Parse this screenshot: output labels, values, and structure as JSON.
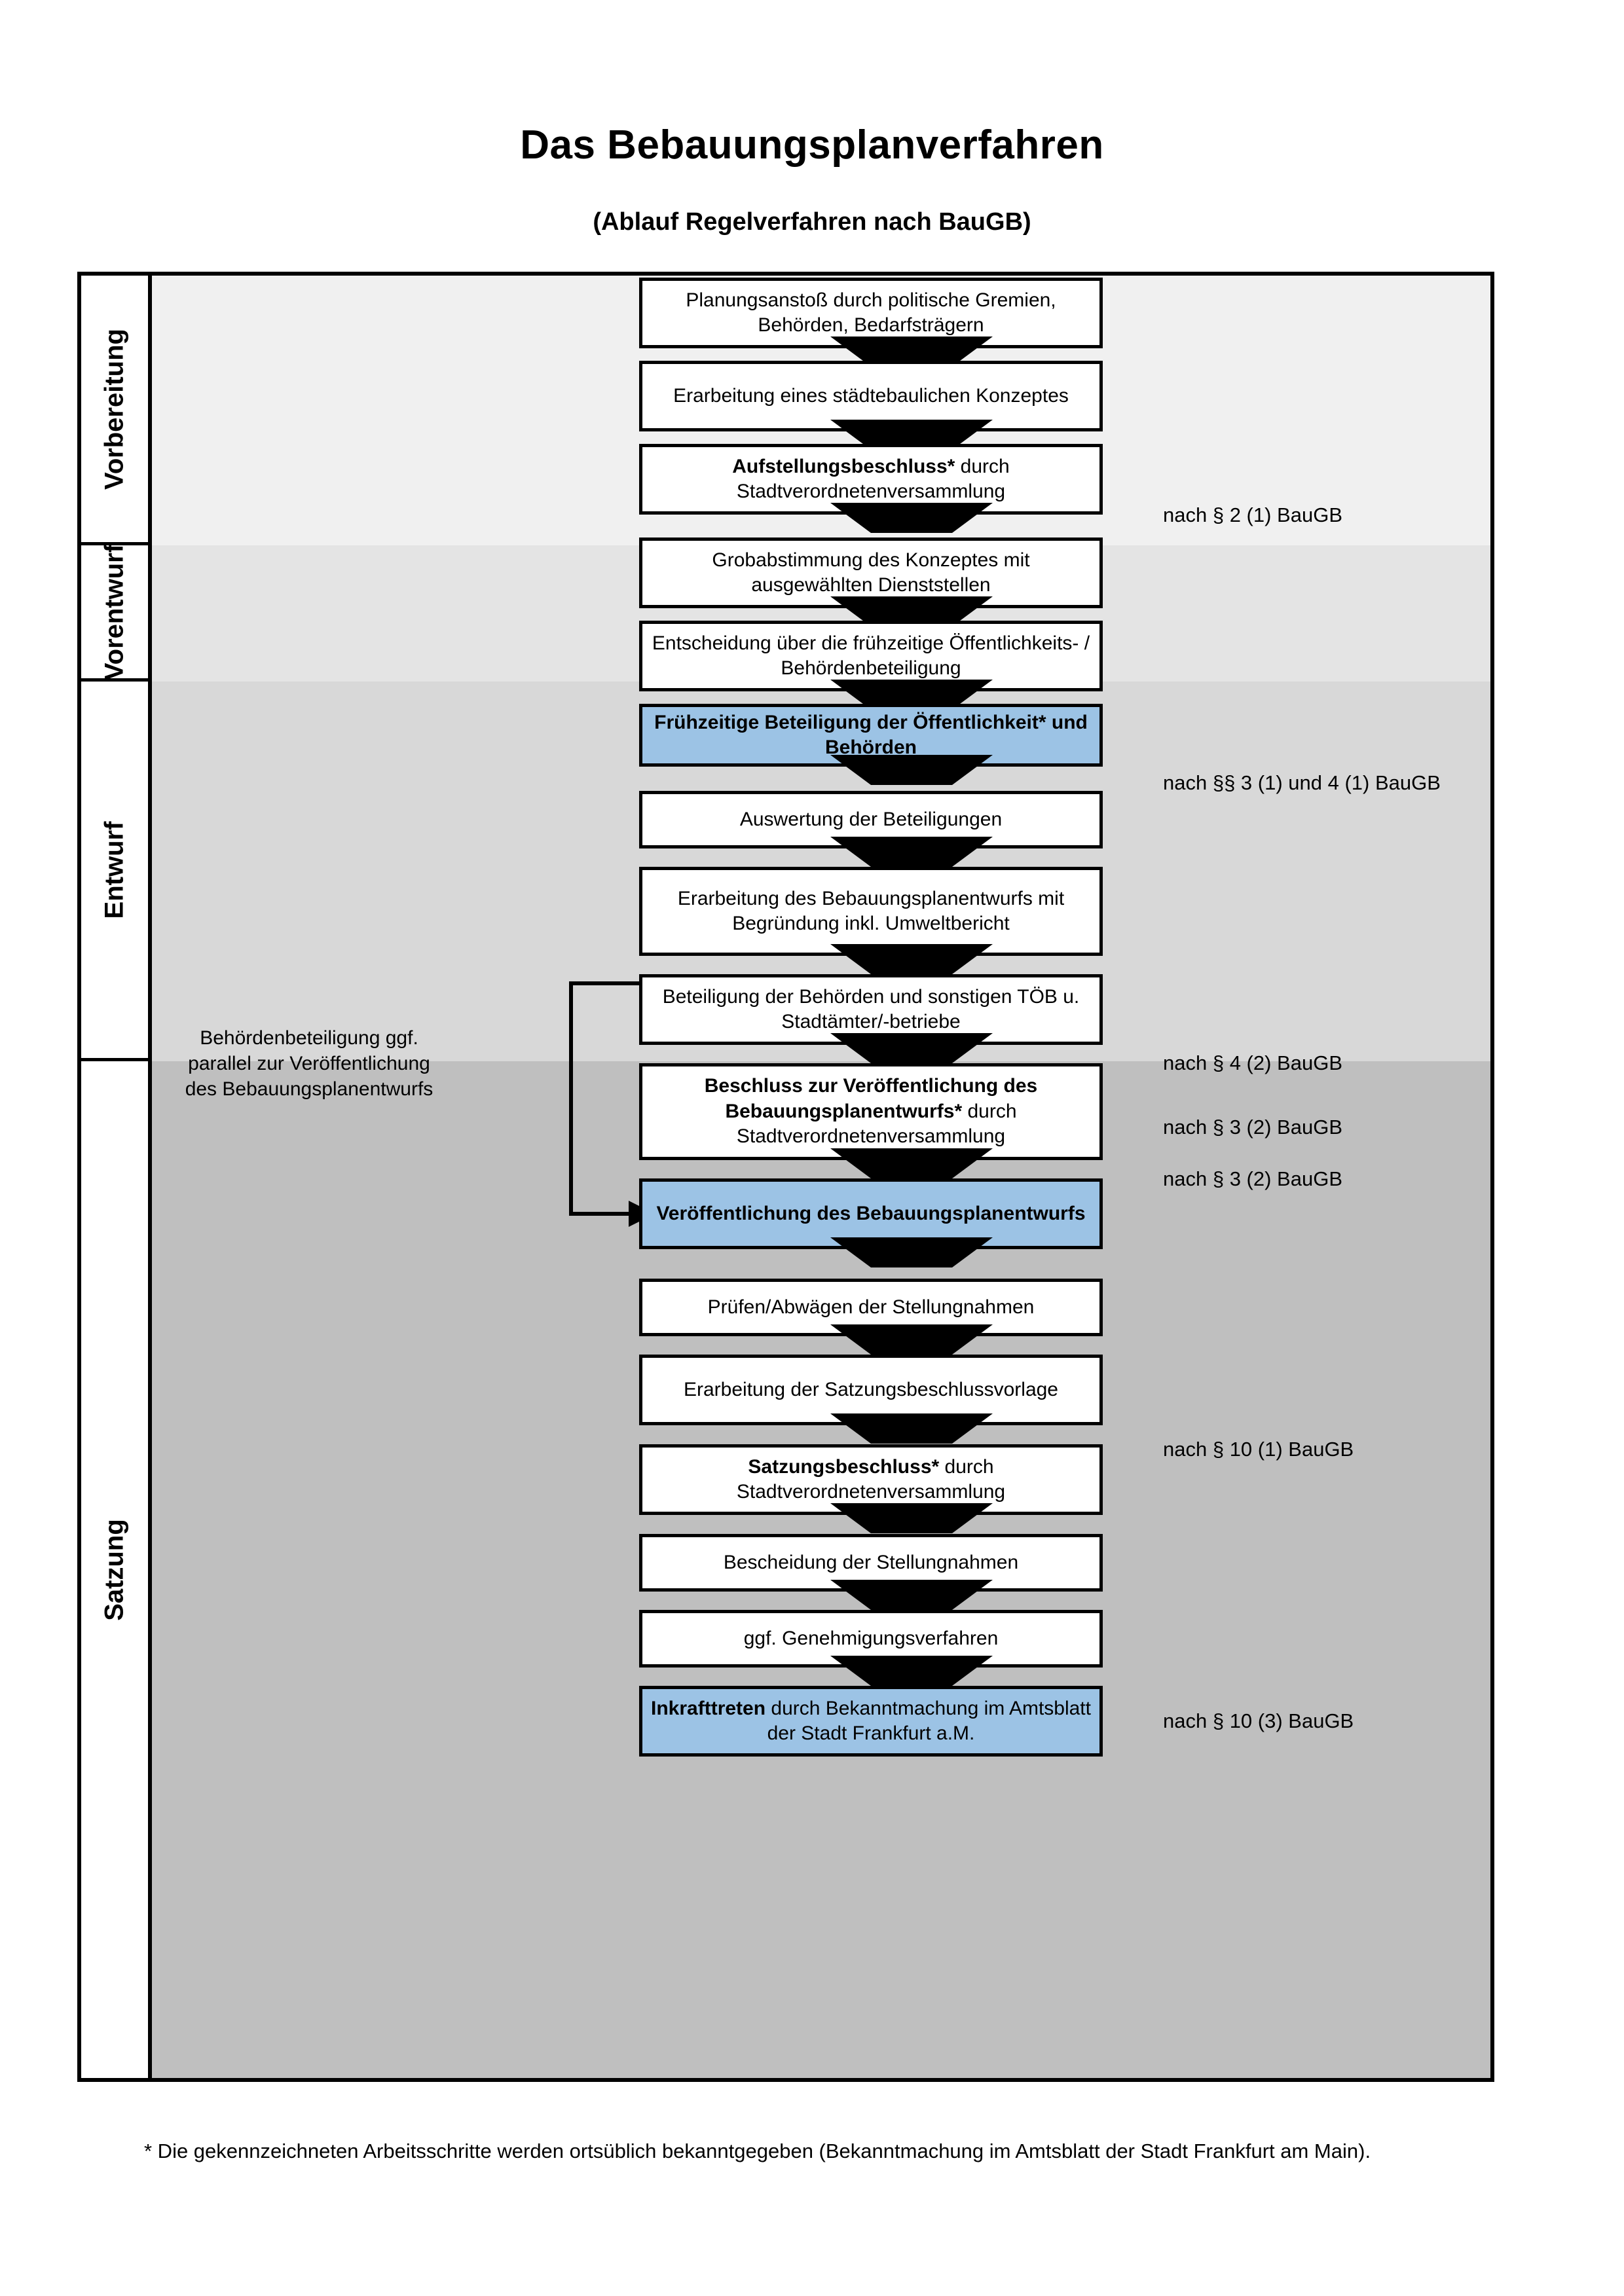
{
  "title": "Das Bebauungsplanverfahren",
  "subtitle": "(Ablauf Regelverfahren nach BauGB)",
  "phases": [
    {
      "label": "Vorbereitung",
      "band_color": "#f0f0f0"
    },
    {
      "label": "Vorentwurf",
      "band_color": "#e4e4e4"
    },
    {
      "label": "Entwurf",
      "band_color": "#d8d8d8"
    },
    {
      "label": "Satzung",
      "band_color": "#bfbfbf"
    }
  ],
  "steps": [
    {
      "id": "planungsanstoss",
      "text": "Planungsanstoß durch politische Gremien, Behörden, Bedarfsträgern",
      "bold_prefix": "",
      "highlight": false
    },
    {
      "id": "konzept",
      "text": "Erarbeitung eines städtebaulichen Konzeptes",
      "bold_prefix": "",
      "highlight": false
    },
    {
      "id": "aufstellungsbeschluss",
      "text": " durch Stadtverordnetenversammlung",
      "bold_prefix": "Aufstellungsbeschluss*",
      "highlight": false
    },
    {
      "id": "grobabstimmung",
      "text": "Grobabstimmung des Konzeptes mit ausgewählten Dienststellen",
      "bold_prefix": "",
      "highlight": false
    },
    {
      "id": "entscheidung",
      "text": "Entscheidung über die frühzeitige Öffentlichkeits- / Behördenbeteiligung",
      "bold_prefix": "",
      "highlight": false
    },
    {
      "id": "fruehzeitige-beteiligung",
      "text": "",
      "bold_prefix": "Frühzeitige Beteiligung der Öffentlichkeit* und Behörden",
      "highlight": true
    },
    {
      "id": "auswertung",
      "text": "Auswertung der Beteiligungen",
      "bold_prefix": "",
      "highlight": false
    },
    {
      "id": "erarbeitung-entwurf",
      "text": "Erarbeitung des Bebauungsplanentwurfs mit Begründung inkl. Umweltbericht",
      "bold_prefix": "",
      "highlight": false
    },
    {
      "id": "beteiligung-behoerden",
      "text": "Beteiligung der Behörden und sonstigen TÖB u. Stadtämter/-betriebe",
      "bold_prefix": "",
      "highlight": false
    },
    {
      "id": "beschluss-veroeffentlichung",
      "text": " durch Stadtverordnetenversammlung",
      "bold_prefix": "Beschluss zur Veröffentlichung des Bebauungsplanentwurfs*",
      "highlight": false
    },
    {
      "id": "veroeffentlichung",
      "text": "",
      "bold_prefix": "Veröffentlichung des Bebauungsplanentwurfs",
      "highlight": true
    },
    {
      "id": "pruefen-abwaegen",
      "text": "Prüfen/Abwägen der Stellungnahmen",
      "bold_prefix": "",
      "highlight": false
    },
    {
      "id": "satzungsbeschlussvorlage",
      "text": "Erarbeitung der Satzungsbeschlussvorlage",
      "bold_prefix": "",
      "highlight": false
    },
    {
      "id": "satzungsbeschluss",
      "text": " durch Stadtverordnetenversammlung",
      "bold_prefix": "Satzungsbeschluss*",
      "highlight": false
    },
    {
      "id": "bescheidung",
      "text": "Bescheidung der Stellungnahmen",
      "bold_prefix": "",
      "highlight": false
    },
    {
      "id": "genehmigungsverfahren",
      "text": "ggf. Genehmigungsverfahren",
      "bold_prefix": "",
      "highlight": false
    },
    {
      "id": "inkrafttreten",
      "text": " durch Bekanntmachung im Amtsblatt der Stadt Frankfurt a.M.",
      "bold_prefix": "Inkrafttreten",
      "highlight": true
    }
  ],
  "legal_refs": [
    {
      "id": "ref-par2-1",
      "text": "nach § 2 (1) BauGB"
    },
    {
      "id": "ref-par3-4-1",
      "text": "nach §§ 3 (1) und 4 (1) BauGB"
    },
    {
      "id": "ref-par4-2",
      "text": "nach § 4 (2) BauGB"
    },
    {
      "id": "ref-par3-2-a",
      "text": "nach § 3 (2) BauGB"
    },
    {
      "id": "ref-par3-2-b",
      "text": "nach § 3 (2) BauGB"
    },
    {
      "id": "ref-par10-1",
      "text": "nach § 10 (1) BauGB"
    },
    {
      "id": "ref-par10-3",
      "text": "nach § 10 (3) BauGB"
    }
  ],
  "side_note": "Behördenbeteiligung ggf. parallel zur Veröffentlichung des Bebauungsplanentwurfs",
  "footnote": "* Die gekennzeichneten Arbeitsschritte werden ortsüblich bekanntgegeben (Bekanntmachung im Amtsblatt  der Stadt Frankfurt am Main).",
  "colors": {
    "highlight_blue": "#9cc3e5",
    "border_black": "#000000",
    "band_1": "#f0f0f0",
    "band_2": "#e4e4e4",
    "band_3": "#d8d8d8",
    "band_4": "#bfbfbf"
  }
}
